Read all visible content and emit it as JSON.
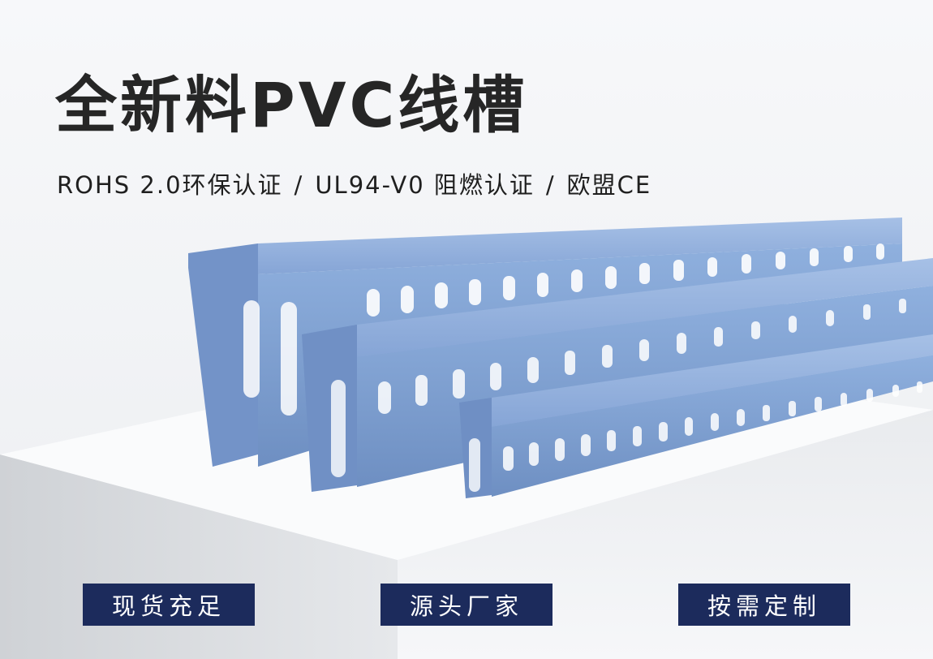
{
  "banner": {
    "title": "全新料PVC线槽",
    "certifications": [
      "ROHS  2.0环保认证",
      "UL94-V0 阻燃认证",
      "欧盟CE"
    ],
    "separator": "/",
    "badges": [
      "现货充足",
      "源头厂家",
      "按需定制"
    ]
  },
  "colors": {
    "title": "#262626",
    "badge_bg": "#1c2b5c",
    "product_blue": "#7f9fd0",
    "background": "#f2f3f5"
  }
}
